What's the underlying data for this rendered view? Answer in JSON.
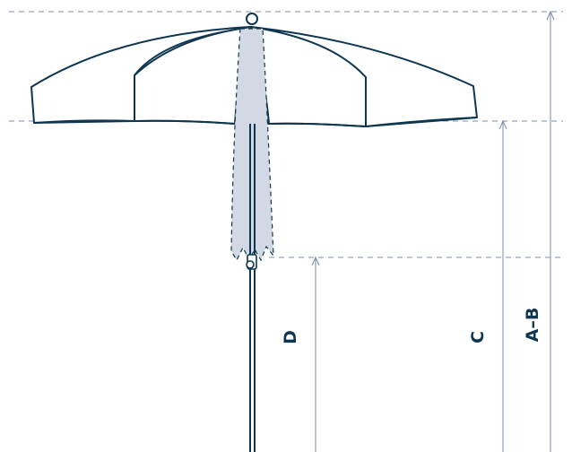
{
  "labels": {
    "d": "D",
    "c": "C",
    "ab": "A–B"
  },
  "colors": {
    "outline": "#0f3651",
    "guide": "#7b8ea6",
    "fabric_fill": "#ffffff",
    "folded_fill": "#d3d9e4",
    "label_text": "#0f3651"
  }
}
